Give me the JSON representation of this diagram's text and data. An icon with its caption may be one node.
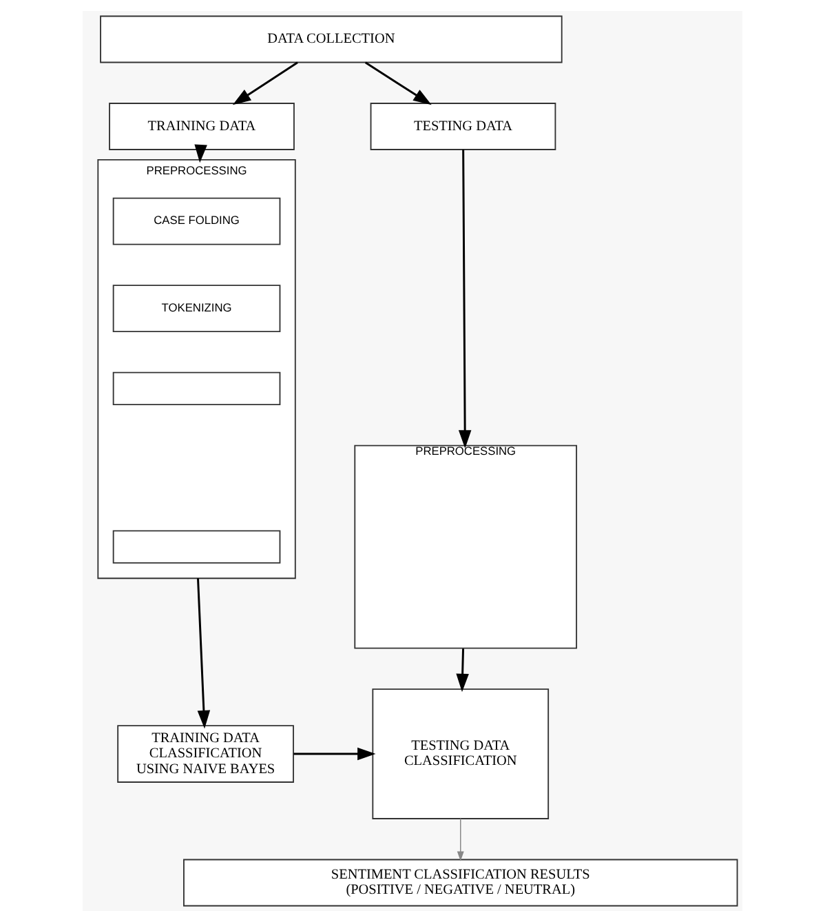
{
  "diagram": {
    "nodes": [
      {
        "text": [
          "DATA COLLECTION"
        ]
      },
      {
        "text": [
          "TRAINING DATA"
        ]
      },
      {
        "text": [
          "TESTING DATA"
        ]
      },
      {
        "text": [
          "PREPROCESSING"
        ]
      },
      {
        "text": [
          "CASE FOLDING"
        ],
        "in": 3
      },
      {
        "text": [
          "TOKENIZING"
        ],
        "in": 3
      },
      {
        "text": [],
        "shape": "box",
        "in": 3
      },
      {
        "text": [],
        "shape": "box",
        "in": 3
      },
      {
        "text": [
          "PREPROCESSING"
        ]
      },
      {
        "text": [
          "TRAINING DATA CLASSIFICATION USING NAIVE BAYES"
        ]
      },
      {
        "text": [
          "TESTING DATA CLASSIFICATION"
        ]
      },
      {
        "text": [
          "SENTIMENT CLASSIFICATION RESULTS (POSITIVE / NEGATIVE / NEUTRAL)"
        ]
      }
    ],
    "edges": [
      {
        "from": 0,
        "to": 1,
        "arrow": "to"
      },
      {
        "from": 0,
        "to": 2,
        "arrow": "to"
      },
      {
        "from": 1,
        "to": 3,
        "arrow": "to"
      },
      {
        "from": 2,
        "to": 8,
        "arrow": "to"
      },
      {
        "from": 3,
        "to": 9,
        "arrow": "to"
      },
      {
        "from": 8,
        "to": 10,
        "arrow": "to"
      },
      {
        "from": 9,
        "to": 10,
        "arrow": "to"
      },
      {
        "from": 10,
        "to": 11,
        "arrow": "to",
        "color": "#888888"
      }
    ]
  }
}
